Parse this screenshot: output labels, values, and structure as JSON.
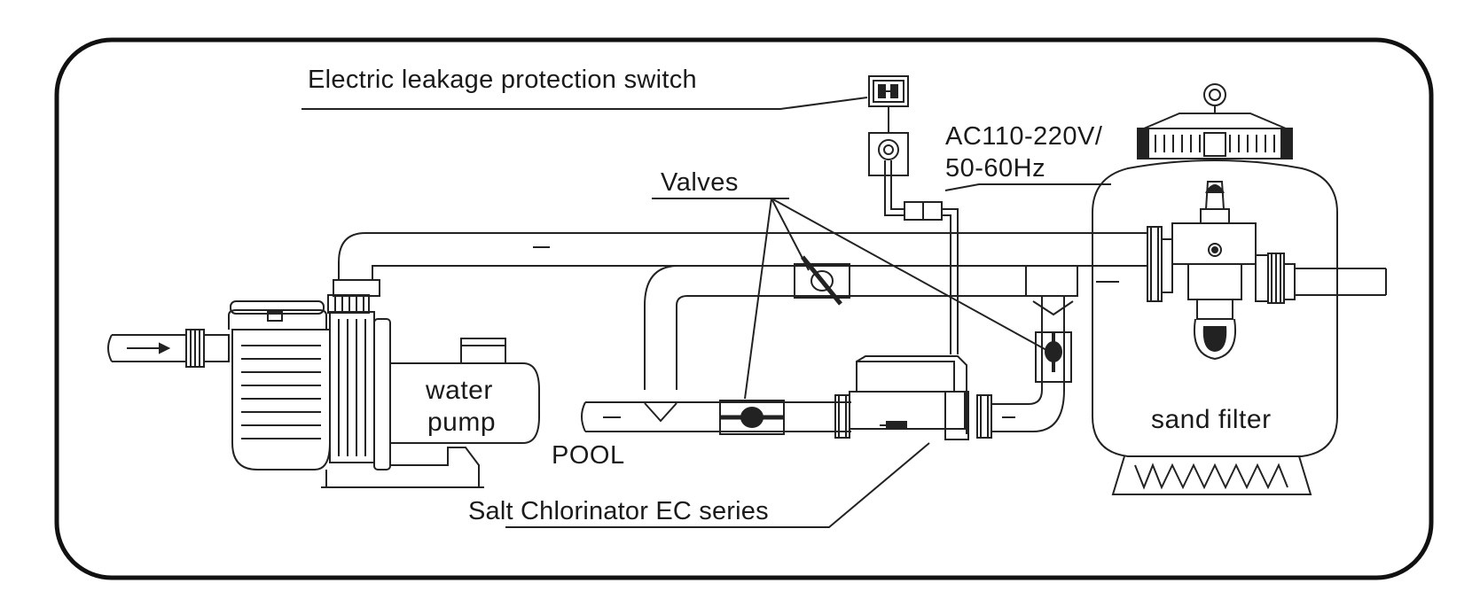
{
  "labels": {
    "leakage_switch": "Electric leakage protection switch",
    "power_line1": "AC110-220V/",
    "power_line2": "50-60Hz",
    "valves": "Valves",
    "pump_line1": "water",
    "pump_line2": "pump",
    "pool": "POOL",
    "salt_chlorinator": "Salt Chlorinator EC series",
    "sand_filter": "sand filter"
  },
  "colors": {
    "line": "#222222",
    "frame": "#111111",
    "background": "#ffffff"
  },
  "icons": {
    "switch_glyph": "leakage-switch-icon",
    "socket_glyph": "power-socket-icon",
    "flow_arrow": "flow-arrow-icon"
  }
}
